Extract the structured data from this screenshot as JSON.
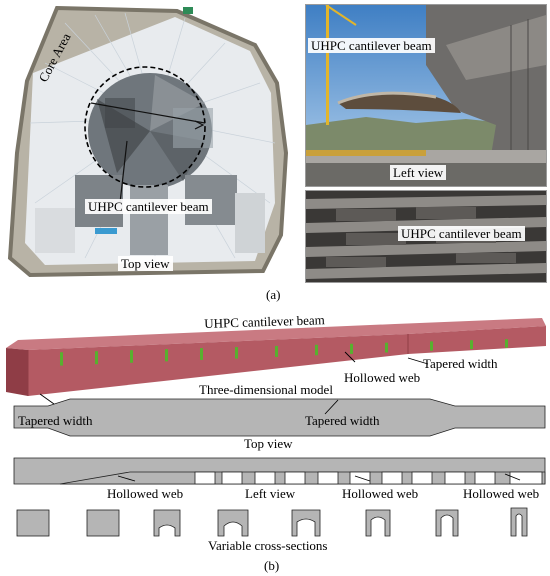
{
  "panel_a": {
    "top_view_photo": {
      "label_core_area": "Core Area",
      "label_beam": "UHPC cantilever beam",
      "label_view": "Top view"
    },
    "left_photo": {
      "label_beam": "UHPC cantilever beam",
      "label_view": "Left view"
    },
    "beam_photo": {
      "label_beam": "UHPC cantilever beam"
    },
    "caption": "(a)"
  },
  "panel_b": {
    "model_title": "UHPC cantilever beam",
    "model_label_tapered": "Tapered width",
    "model_label_hollowed": "Hollowed web",
    "model_caption": "Three-dimensional model",
    "top_tapered_left": "Tapered width",
    "top_tapered_right": "Tapered width",
    "top_caption": "Top view",
    "left_hollowed_1": "Hollowed web",
    "left_caption": "Left view",
    "left_hollowed_2": "Hollowed web",
    "left_hollowed_3": "Hollowed web",
    "sections_caption": "Variable cross-sections",
    "caption": "(b)"
  },
  "colors": {
    "beam_red": "#b45a63",
    "beam_grey": "#b5b5b5",
    "stiffener_green": "#58b02f"
  }
}
